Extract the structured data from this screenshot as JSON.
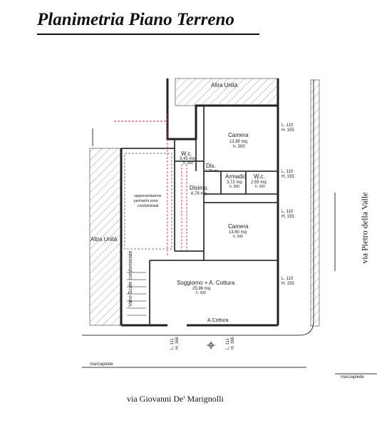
{
  "title": "Planimetria Piano Terreno",
  "streets": {
    "bottom": "via Giovanni De' Marignolli",
    "right": "via Pietro della Valle"
  },
  "neighbors": {
    "top": "Altra Unità",
    "left": "Altra Unità"
  },
  "rooms": {
    "camera1": {
      "name": "Camera",
      "area": "12,85 mq",
      "height": "h. 300"
    },
    "wc1": {
      "name": "W.c.",
      "area": "3,45 mq",
      "height": "h. 300"
    },
    "dis": {
      "name": "Dis.",
      "area": "1,28 mq"
    },
    "armadio": {
      "name": "Armadio",
      "area": "3,72 mq",
      "height": "h. 300"
    },
    "wc2": {
      "name": "W.c.",
      "area": "2,55 mq",
      "height": "h. 300"
    },
    "disimp": {
      "name": "Disimp.",
      "area": "6,78 mq"
    },
    "camera2": {
      "name": "Camera",
      "area": "13,60 mq",
      "height": "h. 300"
    },
    "soggiorno": {
      "name": "Soggiorno + A. Cottura",
      "area": "25,96 mq",
      "height": "h. 300"
    },
    "acottura": {
      "name": "A.Cottura"
    },
    "vano_scale": {
      "name": "Vano Scale condominiale"
    }
  },
  "annotations": {
    "condominio": "rappresentazione perimetro zona condominiale",
    "marciapiede_left": "marciapiede",
    "marciapiede_right": "marciapiede"
  },
  "window_marks": [
    {
      "l": "L. 110",
      "h": "H. 155"
    },
    {
      "l": "L. 110",
      "h": "H. 155"
    },
    {
      "l": "L. 110",
      "h": "H. 155"
    },
    {
      "l": "L. 110",
      "h": "H. 155"
    }
  ],
  "door_marks": [
    {
      "l": "L. 111",
      "h": "H. 166"
    },
    {
      "l": "L. 111",
      "h": "H. 166"
    }
  ]
}
